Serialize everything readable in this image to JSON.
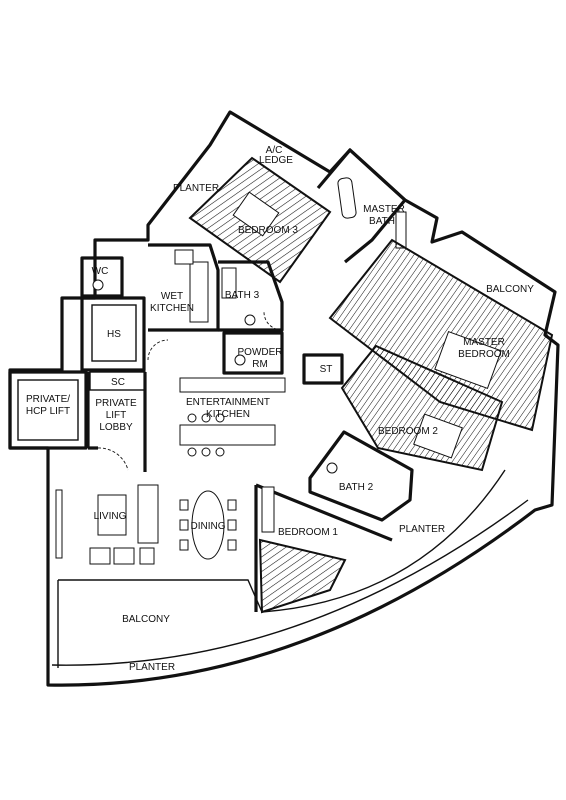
{
  "rooms": {
    "ac_ledge": [
      "A/C",
      "LEDGE"
    ],
    "planter_top": "PLANTER",
    "bedroom3": "BEDROOM 3",
    "master_bath": [
      "MASTER",
      "BATH"
    ],
    "wc": "WC",
    "wet_kitchen": [
      "WET",
      "KITCHEN"
    ],
    "bath3": "BATH 3",
    "balcony_right": "BALCONY",
    "hs": "HS",
    "master_bedroom": [
      "MASTER",
      "BEDROOM"
    ],
    "powder_rm": [
      "POWDER",
      "RM"
    ],
    "st": "ST",
    "sc": "SC",
    "private_hcp_lift": [
      "PRIVATE/",
      "HCP LIFT"
    ],
    "private_lift_lobby": [
      "PRIVATE",
      "LIFT",
      "LOBBY"
    ],
    "entertainment_kitchen": [
      "ENTERTAINMENT",
      "KITCHEN"
    ],
    "bedroom2": "BEDROOM 2",
    "bath2": "BATH 2",
    "living": "LIVING",
    "dining": "DINING",
    "bedroom1": "BEDROOM 1",
    "planter_right": "PLANTER",
    "balcony_bottom": "BALCONY",
    "planter_bottom": "PLANTER"
  }
}
